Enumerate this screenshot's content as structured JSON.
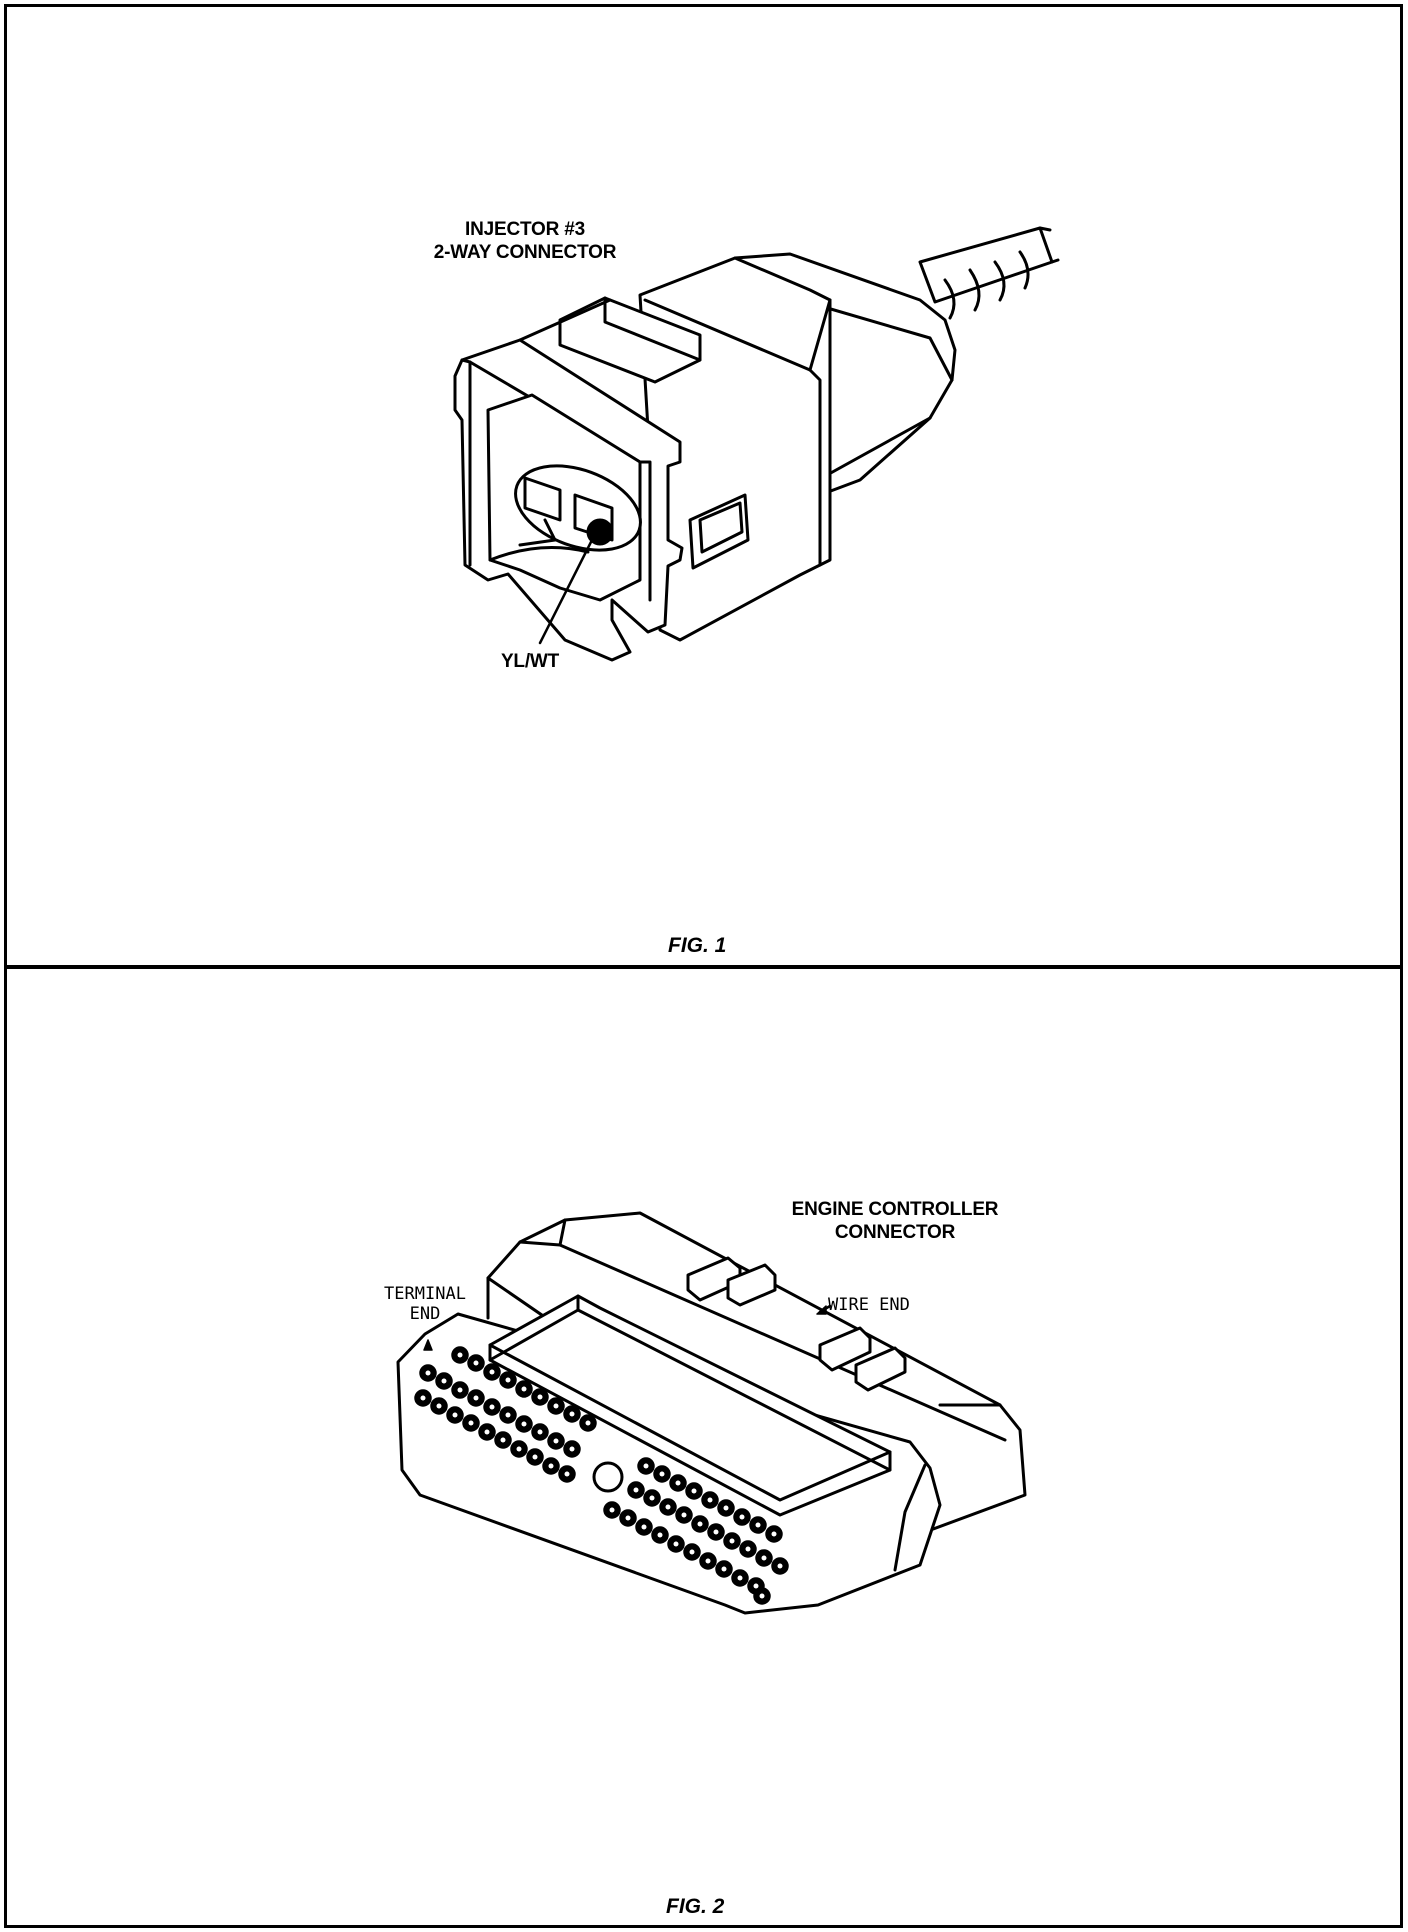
{
  "fig1": {
    "title_line1": "INJECTOR #3",
    "title_line2": "2-WAY CONNECTOR",
    "wire_label": "YL/WT",
    "caption": "FIG. 1"
  },
  "fig2": {
    "title_line1": "ENGINE CONTROLLER",
    "title_line2": "CONNECTOR",
    "terminal_end_line1": "TERMINAL",
    "terminal_end_line2": "END",
    "wire_end_label": "WIRE END",
    "caption": "FIG. 2"
  }
}
